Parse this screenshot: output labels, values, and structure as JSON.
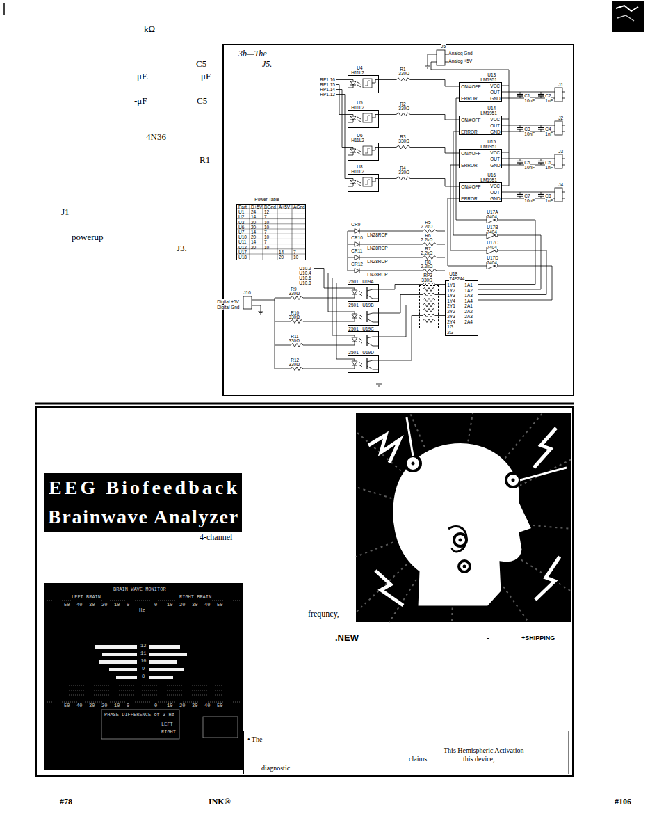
{
  "diagram": {
    "nodes": [
      {
        "text": [
          "U4",
          "H11L2"
        ]
      },
      {
        "text": [
          "U5",
          "H11L2"
        ]
      },
      {
        "text": [
          "U6",
          "H11L2"
        ]
      },
      {
        "text": [
          "U8",
          "H11L2"
        ]
      },
      {
        "text": [
          "U13",
          "LM1951",
          "ON/#OFF",
          "VCC",
          "OUT",
          "GND",
          "ERROR"
        ]
      },
      {
        "text": [
          "U14",
          "LM1951",
          "ON/#OFF",
          "VCC",
          "OUT",
          "GND",
          "ERROR"
        ]
      },
      {
        "text": [
          "U15",
          "LM1951",
          "ON/#OFF",
          "VCC",
          "OUT",
          "GND",
          "ERROR"
        ]
      },
      {
        "text": [
          "U16",
          "LM1951",
          "ON/#OFF",
          "VCC",
          "OUT",
          "GND",
          "ERROR"
        ]
      },
      {
        "text": [
          "Power Table"
        ]
      },
      {
        "text": [
          "U18",
          "74F244",
          "1Y1",
          "1Y2",
          "1Y3",
          "1Y4",
          "2Y1",
          "2Y2",
          "2Y3",
          "2Y4",
          "1G",
          "2G",
          "1A1",
          "1A2",
          "1A3",
          "1A4",
          "2A1",
          "2A2",
          "2A3",
          "2A4"
        ]
      },
      {
        "text": [
          "2501",
          "U19A"
        ]
      },
      {
        "text": [
          "2501",
          "U19B"
        ]
      },
      {
        "text": [
          "2501",
          "U19C"
        ]
      },
      {
        "text": [
          "2501",
          "U19D"
        ]
      },
      {
        "text": [
          "RP3",
          "330Ω"
        ]
      },
      {
        "text": [
          "BRAIN WAVE MONITOR",
          "LEFT BRAIN",
          "RIGHT BRAIN"
        ]
      },
      {
        "text": [
          "EEG Biofeedback",
          "Brainwave Analyzer"
        ]
      },
      {
        "text": [
          "• The",
          "This Hemispheric Activation",
          "claims",
          "this device,",
          "diagnostic"
        ]
      }
    ],
    "edges": [
      {
        "from": 0,
        "to": 4,
        "arrow": "none"
      },
      {
        "from": 1,
        "to": 5,
        "arrow": "none"
      },
      {
        "from": 2,
        "to": 6,
        "arrow": "none"
      },
      {
        "from": 3,
        "to": 7,
        "arrow": "none"
      },
      {
        "from": 4,
        "to": 9,
        "arrow": "none"
      },
      {
        "from": 5,
        "to": 9,
        "arrow": "none"
      },
      {
        "from": 6,
        "to": 9,
        "arrow": "none"
      },
      {
        "from": 7,
        "to": 9,
        "arrow": "none"
      },
      {
        "from": 9,
        "to": 10,
        "arrow": "none"
      },
      {
        "from": 9,
        "to": 11,
        "arrow": "none"
      },
      {
        "from": 9,
        "to": 12,
        "arrow": "none"
      },
      {
        "from": 9,
        "to": 13,
        "arrow": "none"
      }
    ],
    "labels": [
      "kΩ",
      "C5",
      "μF.",
      "μF",
      "-μF",
      "C5",
      "4N36",
      "R1",
      "J1",
      "powerup",
      "J3.",
      "3b—The",
      "J5.",
      "J5",
      "Analog Gnd",
      "Analog +5V",
      "RP1.16",
      "RP1.15",
      "RP1.14",
      "RP1.12",
      "R1",
      "330Ω",
      "R2",
      "330Ω",
      "R3",
      "330Ω",
      "R4",
      "330Ω",
      "J1",
      "J2",
      "J3",
      "J4",
      "C1",
      "10nF",
      "C2",
      "1nF",
      "C3",
      "10nF",
      "C4",
      "1nF",
      "C5",
      "10nF",
      "C6",
      "1nF",
      "C7",
      "10nF",
      "C8",
      "1nF",
      "R5",
      "2.2kΩ",
      "R6",
      "2.2kΩ",
      "R7",
      "2.2kΩ",
      "R8",
      "2.2kΩ",
      "U17A",
      "7404",
      "U17B",
      "7404",
      "U17C",
      "7404",
      "U17D",
      "7404",
      "CR9",
      "LN28RCP",
      "CR10",
      "LN28RCP",
      "CR11",
      "LN28RCP",
      "CR12",
      "LN28RCP",
      "U10.2",
      "U10.4",
      "U10.6",
      "U10.8",
      "J10",
      "Digital +5V",
      "Digital Gnd",
      "R9",
      "330Ω",
      "R10",
      "330Ω",
      "R11",
      "330Ω",
      "R12",
      "330Ω",
      "Part",
      "D+5V",
      "DGnd",
      "A+5V",
      "AGnd",
      "U1",
      "24",
      "12",
      "U2",
      "14",
      "7",
      "U3",
      "20",
      "10",
      "U6",
      "20",
      "10",
      "U7",
      "14",
      "7",
      "U10",
      "20",
      "10",
      "U11",
      "14",
      "7",
      "U12",
      "20",
      "10",
      "U17",
      "14",
      "7",
      "U18",
      "20",
      "10",
      "50",
      "40",
      "30",
      "20",
      "10",
      "0",
      "0",
      "10",
      "20",
      "30",
      "40",
      "50",
      "Hz",
      "50",
      "40",
      "30",
      "20",
      "10",
      "0",
      "0",
      "10",
      "20",
      "30",
      "40",
      "50",
      "12",
      "11",
      "10",
      "9",
      "8",
      "PHASE DIFFERENCE of 3 Hz",
      "LEFT",
      "RIGHT",
      "4-channel",
      "frequncy,",
      ".NEW",
      "-",
      "+SHIPPING",
      "#78",
      "INK®",
      "#106"
    ]
  }
}
